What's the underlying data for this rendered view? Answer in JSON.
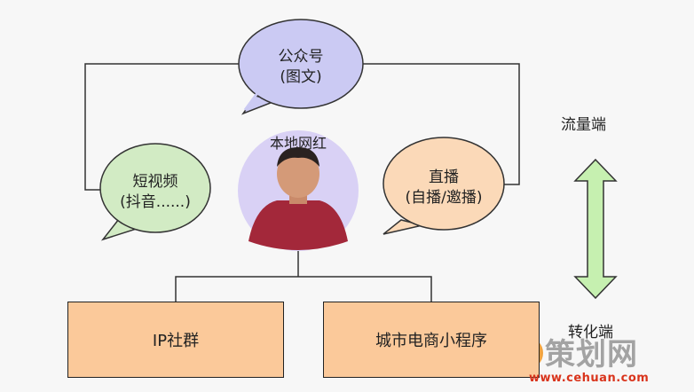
{
  "nodes": {
    "wechat": {
      "line1": "公众号",
      "line2": "(图文)"
    },
    "short_video": {
      "line1": "短视频",
      "line2": "(抖音......)"
    },
    "live": {
      "line1": "直播",
      "line2": "(自播/邀播)"
    },
    "influencer": {
      "label": "本地网红"
    },
    "ip_community": {
      "label": "IP社群"
    },
    "mini_program": {
      "label": "城市电商小程序"
    }
  },
  "side_labels": {
    "traffic": "流量端",
    "conversion": "转化端"
  },
  "watermark": {
    "url": "www.cehuan.com",
    "word": "策划网"
  },
  "colors": {
    "wechat_bubble": "#cbcaf3",
    "short_video_bubble": "#d2ebc4",
    "live_bubble": "#fbd9b8",
    "box_fill": "#fbc99a",
    "arrow_fill": "#c6f0b0",
    "influencer_circle": "#d9d1f5"
  }
}
